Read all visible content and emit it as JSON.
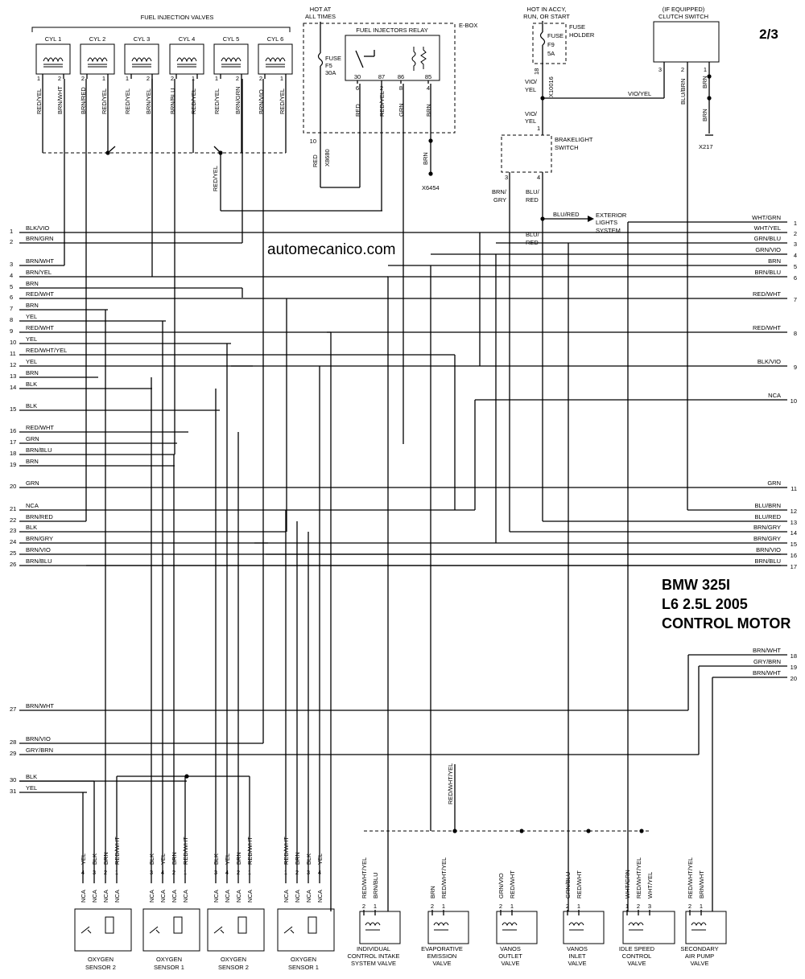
{
  "page_number": "2/3",
  "watermark": "automecanico.com",
  "title_lines": [
    "BMW 325I",
    "L6 2.5L 2005",
    "CONTROL MOTOR"
  ],
  "top_labels": {
    "fuel_injection_valves": "FUEL INJECTION VALVES",
    "hot_at": "HOT AT",
    "all_times": "ALL TIMES",
    "e_box": "E-BOX",
    "fuel_injectors_relay": "FUEL INJECTORS RELAY",
    "hot_in_accy": "HOT IN ACCY,",
    "run_or_start": "RUN, OR START",
    "fuse_holder_1": "FUSE",
    "fuse_holder_2": "HOLDER",
    "if_equipped": "(IF EQUIPPED)",
    "clutch_switch": "CLUTCH SWITCH",
    "brakelight_1": "BRAKELIGHT",
    "brakelight_2": "SWITCH",
    "exterior_1": "EXTERIOR",
    "exterior_2": "LIGHTS",
    "exterior_3": "SYSTEM",
    "x217": "X217",
    "x6454": "X6454",
    "x8680": "X8680",
    "x10016": "X10016"
  },
  "fuses": [
    {
      "l1": "FUSE",
      "l2": "F5",
      "l3": "30A"
    },
    {
      "l1": "FUSE",
      "l2": "F9",
      "l3": "5A"
    }
  ],
  "cylinders": [
    "CYL 1",
    "CYL 2",
    "CYL 3",
    "CYL 4",
    "CYL 5",
    "CYL 6"
  ],
  "injector_wires": [
    {
      "pin": "1",
      "wire": "RED/YEL"
    },
    {
      "pin": "2",
      "wire": "BRN/WHT"
    },
    {
      "pin": "2",
      "wire": "BRN/RED"
    },
    {
      "pin": "1",
      "wire": "RED/YEL"
    },
    {
      "pin": "1",
      "wire": "RED/YEL"
    },
    {
      "pin": "2",
      "wire": "BRN/YEL"
    },
    {
      "pin": "2",
      "wire": "BRN/BLU"
    },
    {
      "pin": "1",
      "wire": "RED/YEL"
    },
    {
      "pin": "1",
      "wire": "RED/YEL"
    },
    {
      "pin": "2",
      "wire": "BRN/GRN"
    },
    {
      "pin": "2",
      "wire": "BRN/VIO"
    },
    {
      "pin": "1",
      "wire": "RED/YEL"
    }
  ],
  "relay_pins": [
    {
      "pin": "30",
      "num": "6",
      "wire": "RED"
    },
    {
      "pin": "87",
      "num": "2",
      "wire": "RED/YEL"
    },
    {
      "pin": "86",
      "num": "8",
      "wire": "GRN"
    },
    {
      "pin": "85",
      "num": "4",
      "wire": "BRN"
    }
  ],
  "misc_wire_labels": {
    "red_yel_junction": "RED/YEL",
    "fuse_out_num": "10",
    "fuse_out_wire": "RED",
    "ground_wire": "BRN",
    "vio_yel_a": "VIO/",
    "vio_yel_b": "YEL",
    "vio_yel_pin": "18",
    "vio_yel_c": "VIO/",
    "vio_yel_d": "YEL",
    "vio_yel_pin2": "1",
    "vio_yel_h": "VIO/YEL",
    "brn_gry_a": "BRN/",
    "brn_gry_b": "GRY",
    "brn_gry_pin": "3",
    "blu_red_a": "BLU/",
    "blu_red_b": "RED",
    "blu_red_pin": "4",
    "blu_red_h": "BLU/RED",
    "blu_red_c": "BLU/",
    "blu_red_d": "RED",
    "clutch_pin3": "3",
    "clutch_pin2": "2",
    "clutch_pin1": "1",
    "blu_brn": "BLU/BRN",
    "brn_1": "BRN",
    "brn_2": "BRN"
  },
  "left_connector": [
    {
      "num": "1",
      "wire": "BLK/VIO"
    },
    {
      "num": "2",
      "wire": "BRN/GRN"
    },
    {
      "num": "3",
      "wire": "BRN/WHT"
    },
    {
      "num": "4",
      "wire": "BRN/YEL"
    },
    {
      "num": "5",
      "wire": "BRN"
    },
    {
      "num": "6",
      "wire": "RED/WHT"
    },
    {
      "num": "7",
      "wire": "BRN"
    },
    {
      "num": "8",
      "wire": "YEL"
    },
    {
      "num": "9",
      "wire": "RED/WHT"
    },
    {
      "num": "10",
      "wire": "YEL"
    },
    {
      "num": "11",
      "wire": "RED/WHT/YEL"
    },
    {
      "num": "12",
      "wire": "YEL"
    },
    {
      "num": "13",
      "wire": "BRN"
    },
    {
      "num": "14",
      "wire": "BLK"
    },
    {
      "num": "15",
      "wire": "BLK"
    },
    {
      "num": "16",
      "wire": "RED/WHT"
    },
    {
      "num": "17",
      "wire": "GRN"
    },
    {
      "num": "18",
      "wire": "BRN/BLU"
    },
    {
      "num": "19",
      "wire": "BRN"
    },
    {
      "num": "20",
      "wire": "GRN"
    },
    {
      "num": "21",
      "wire": "NCA"
    },
    {
      "num": "22",
      "wire": "BRN/RED"
    },
    {
      "num": "23",
      "wire": "BLK"
    },
    {
      "num": "24",
      "wire": "BRN/GRY"
    },
    {
      "num": "25",
      "wire": "BRN/VIO"
    },
    {
      "num": "26",
      "wire": "BRN/BLU"
    },
    {
      "num": "27",
      "wire": "BRN/WHT"
    },
    {
      "num": "28",
      "wire": "BRN/VIO"
    },
    {
      "num": "29",
      "wire": "GRY/BRN"
    },
    {
      "num": "30",
      "wire": "BLK"
    },
    {
      "num": "31",
      "wire": "YEL"
    }
  ],
  "right_connector": [
    {
      "num": "1",
      "wire": "WHT/GRN"
    },
    {
      "num": "2",
      "wire": "WHT/YEL"
    },
    {
      "num": "3",
      "wire": "GRN/BLU"
    },
    {
      "num": "4",
      "wire": "GRN/VIO"
    },
    {
      "num": "5",
      "wire": "BRN"
    },
    {
      "num": "6",
      "wire": "BRN/BLU"
    },
    {
      "num": "7",
      "wire": "RED/WHT"
    },
    {
      "num": "8",
      "wire": "RED/WHT"
    },
    {
      "num": "9",
      "wire": "BLK/VIO"
    },
    {
      "num": "10",
      "wire": "NCA"
    },
    {
      "num": "11",
      "wire": "GRN"
    },
    {
      "num": "12",
      "wire": "BLU/BRN"
    },
    {
      "num": "13",
      "wire": "BLU/RED"
    },
    {
      "num": "14",
      "wire": "BRN/GRY"
    },
    {
      "num": "15",
      "wire": "BRN/GRY"
    },
    {
      "num": "16",
      "wire": "BRN/VIO"
    },
    {
      "num": "17",
      "wire": "BRN/BLU"
    },
    {
      "num": "18",
      "wire": "BRN/WHT"
    },
    {
      "num": "19",
      "wire": "GRY/BRN"
    },
    {
      "num": "20",
      "wire": "BRN/WHT"
    }
  ],
  "sensors": [
    {
      "name1": "OXYGEN",
      "name2": "SENSOR 2",
      "pins": [
        "4",
        "3",
        "2",
        "1"
      ],
      "wires": [
        "YEL",
        "BLK",
        "BRN",
        "RED/WHT"
      ]
    },
    {
      "name1": "OXYGEN",
      "name2": "SENSOR 1",
      "pins": [
        "3",
        "4",
        "2",
        "1"
      ],
      "wires": [
        "BLK",
        "YEL",
        "BRN",
        "RED/WHT"
      ]
    },
    {
      "name1": "OXYGEN",
      "name2": "SENSOR 2",
      "pins": [
        "3",
        "4",
        "2",
        "1"
      ],
      "wires": [
        "BLK",
        "YEL",
        "BRN",
        "RED/WHT"
      ]
    },
    {
      "name1": "OXYGEN",
      "name2": "SENSOR 1",
      "pins": [
        "1",
        "2",
        "3",
        "4"
      ],
      "wires": [
        "RED/WHT",
        "BRN",
        "BLK",
        "YEL"
      ]
    }
  ],
  "nca": "NCA",
  "valves": [
    {
      "l1": "INDIVIDUAL",
      "l2": "CONTROL INTAKE",
      "l3": "SYSTEM VALVE",
      "pins": [
        "2",
        "1"
      ],
      "wires": [
        "RED/WHT/YEL",
        "BRN/BLU"
      ]
    },
    {
      "l1": "EVAPORATIVE",
      "l2": "EMISSION",
      "l3": "VALVE",
      "pins": [
        "2",
        "1"
      ],
      "wires": [
        "BRN",
        "RED/WHT/YEL"
      ]
    },
    {
      "l1": "VANOS",
      "l2": "OUTLET",
      "l3": "VALVE",
      "pins": [
        "2",
        "1"
      ],
      "wires": [
        "GRN/VIO",
        "RED/WHT"
      ]
    },
    {
      "l1": "VANOS",
      "l2": "INLET",
      "l3": "VALVE",
      "pins": [
        "2",
        "1"
      ],
      "wires": [
        "GRN/BLU",
        "RED/WHT"
      ]
    },
    {
      "l1": "IDLE SPEED",
      "l2": "CONTROL",
      "l3": "VALVE",
      "pins": [
        "1",
        "2",
        "3"
      ],
      "wires": [
        "WHT/GRN",
        "RED/WHT/YEL",
        "WHT/YEL"
      ]
    },
    {
      "l1": "SECONDARY",
      "l2": "AIR PUMP",
      "l3": "VALVE",
      "pins": [
        "2",
        "1"
      ],
      "wires": [
        "RED/WHT/YEL",
        "BRN/WHT"
      ]
    }
  ],
  "valve_bus_wire": "RED/WHT/YEL"
}
